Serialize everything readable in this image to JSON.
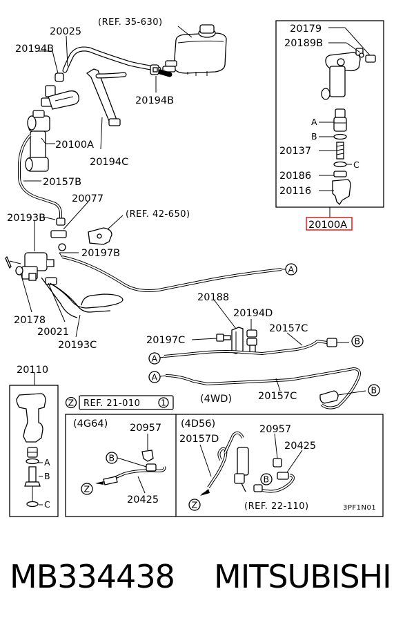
{
  "refs": {
    "r35": "(REF. 35-630)",
    "r42": "(REF. 42-650)",
    "r21": "REF. 21-010",
    "r22": "(REF. 22-110)",
    "r21_num": "1"
  },
  "labels": {
    "p20025": "20025",
    "p20194B_a": "20194B",
    "p20194B_b": "20194B",
    "p20100A": "20100A",
    "p20194C": "20194C",
    "p20157B": "20157B",
    "p20077": "20077",
    "p20193B": "20193B",
    "p20197B": "20197B",
    "p20178": "20178",
    "p20021": "20021",
    "p20193C": "20193C",
    "p20188": "20188",
    "p20194D": "20194D",
    "p20197C": "20197C",
    "p20157C_a": "20157C",
    "p20157C_b": "20157C",
    "p20110": "20110",
    "p20957_a": "20957",
    "p20957_b": "20957",
    "p20425_a": "20425",
    "p20425_b": "20425",
    "p20157D": "20157D"
  },
  "detail": {
    "p20179": "20179",
    "p20189B": "20189B",
    "p20137": "20137",
    "p20186": "20186",
    "p20116": "20116",
    "highlight": "20100A",
    "highlight_color": "#d42020"
  },
  "markers": {
    "A": "A",
    "B": "B",
    "C": "C",
    "Z": "Z"
  },
  "variants": {
    "engine1": "(4G64)",
    "engine2": "(4D56)",
    "drive": "(4WD)"
  },
  "diagram_code": "3PF1N01",
  "caption": {
    "part_number": "MB334438",
    "brand": "MITSUBISHI"
  }
}
